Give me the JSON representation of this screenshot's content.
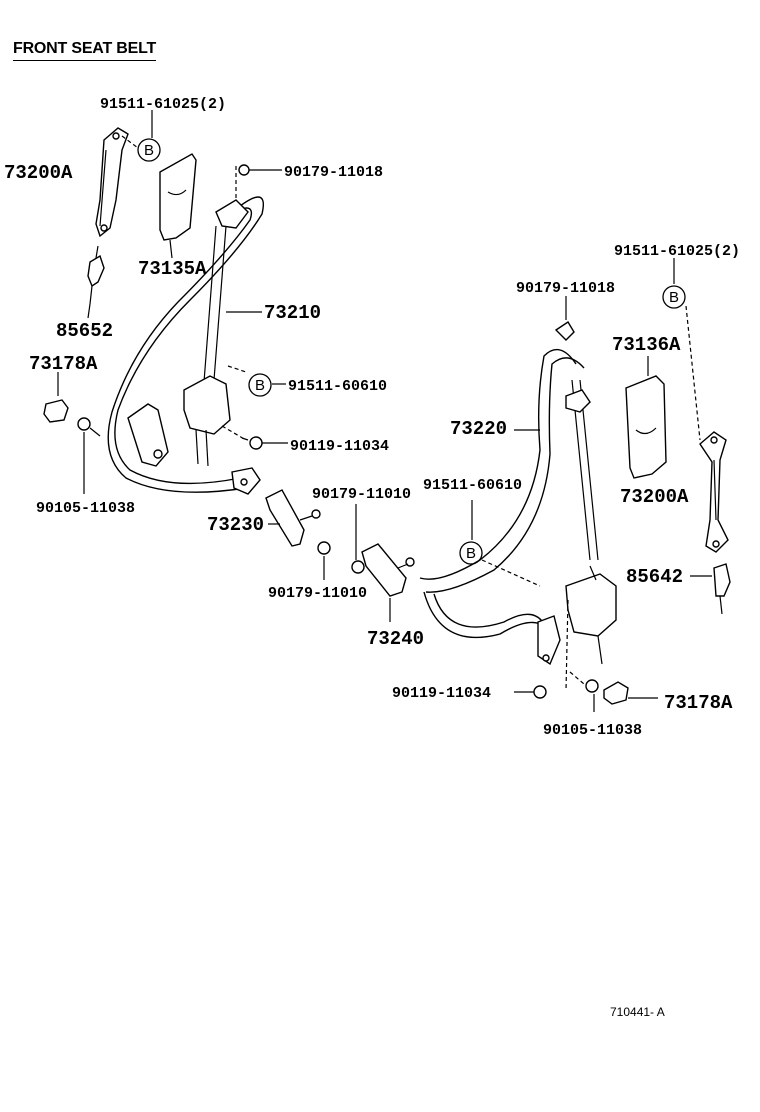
{
  "title": "FRONT SEAT BELT",
  "ref_code": "710441- A",
  "marker_letter": "B",
  "labels": {
    "l_91511_61025_left": "91511-61025(2)",
    "l_73200A_left": "73200A",
    "l_90179_11018_left": "90179-11018",
    "l_73135A": "73135A",
    "l_85652": "85652",
    "l_73210": "73210",
    "l_73178A_left": "73178A",
    "l_91511_60610_left": "91511-60610",
    "l_90119_11034_left": "90119-11034",
    "l_90105_11038_left": "90105-11038",
    "l_73230": "73230",
    "l_90179_11010_a": "90179-11010",
    "l_90179_11010_b": "90179-11010",
    "l_73240": "73240",
    "l_91511_61025_right": "91511-61025(2)",
    "l_90179_11018_right": "90179-11018",
    "l_73136A": "73136A",
    "l_73220": "73220",
    "l_91511_60610_right": "91511-60610",
    "l_73200A_right": "73200A",
    "l_85642": "85642",
    "l_90119_11034_right": "90119-11034",
    "l_73178A_right": "73178A",
    "l_90105_11038_right": "90105-11038"
  }
}
